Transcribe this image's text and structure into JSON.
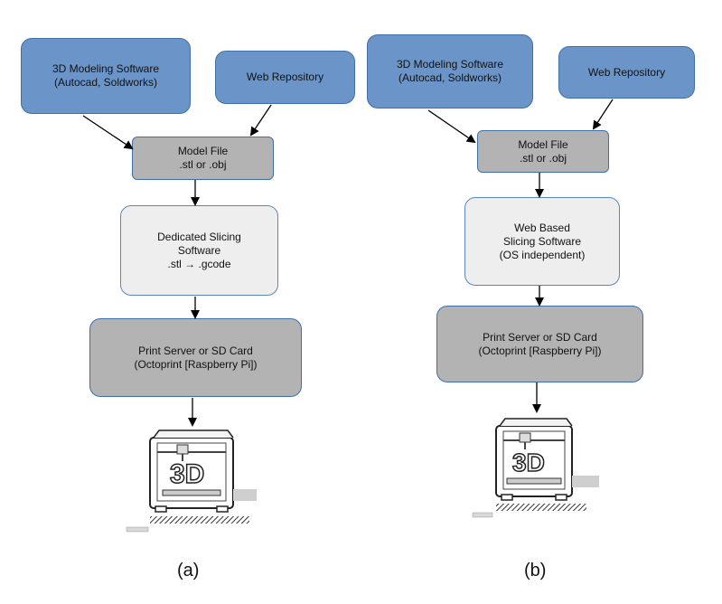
{
  "panel_a": {
    "modeling": "3D Modeling Software\n(Autocad, Soldworks)",
    "web_repo": "Web Repository",
    "model_file": "Model File\n.stl or .obj",
    "slicer": "Dedicated Slicing\nSoftware\n.stl → .gcode",
    "print_server": "Print Server or SD Card\n(Octoprint [Raspberry Pi])",
    "caption": "(a)"
  },
  "panel_b": {
    "modeling": "3D Modeling Software\n(Autocad, Soldworks)",
    "web_repo": "Web Repository",
    "model_file": "Model File\n.stl or .obj",
    "slicer": "Web Based\nSlicing Software\n(OS independent)",
    "print_server": "Print Server or SD Card\n(Octoprint [Raspberry Pi])",
    "caption": "(b)"
  },
  "printer_icon": "3d-printer-icon",
  "printer_label": "3D",
  "colors": {
    "blue": "#6b95c9",
    "grey": "#b3b3b3",
    "light": "#eeeeef",
    "border": "#3f6fa9"
  }
}
